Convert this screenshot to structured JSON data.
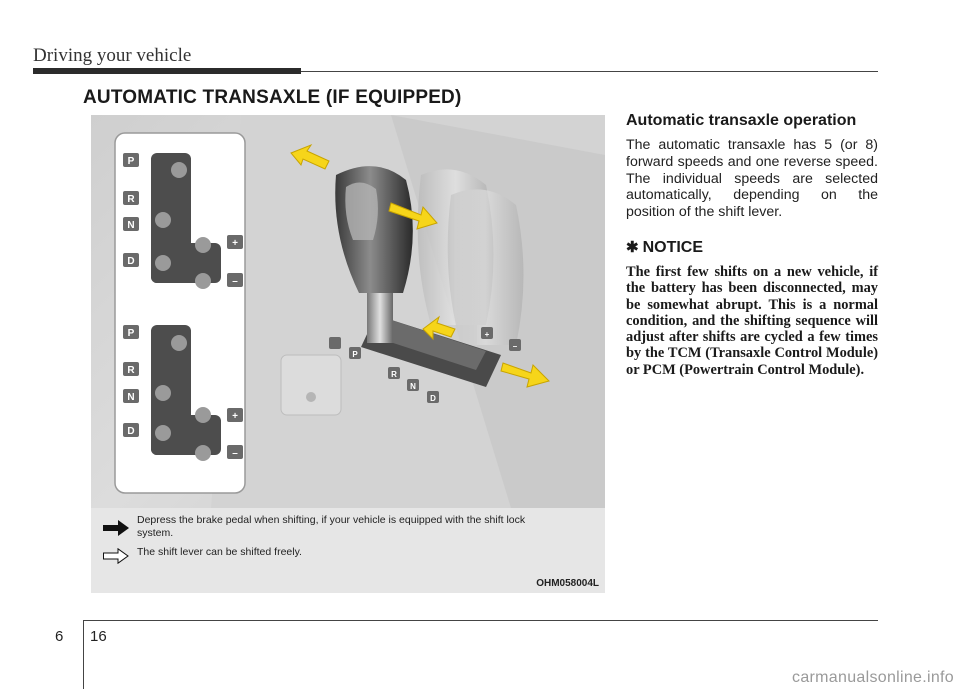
{
  "header": {
    "title": "Driving your vehicle"
  },
  "section": {
    "title": "AUTOMATIC TRANSAXLE (IF EQUIPPED)"
  },
  "figure": {
    "gate_letters": [
      "P",
      "R",
      "N",
      "D"
    ],
    "gate_signs": [
      "+",
      "–"
    ],
    "console_letters": [
      "P",
      "R",
      "N",
      "D"
    ],
    "console_signs": [
      "+",
      "–"
    ],
    "legend": {
      "solid_text": "Depress the brake pedal when shifting, if your vehicle is equipped with the shift lock system.",
      "outline_text": "The shift lever can be shifted freely."
    },
    "code": "OHM058004L",
    "colors": {
      "arrow_yellow": "#f6d51a",
      "arrow_outline": "#c8a400",
      "marker": "#6a6a6a"
    }
  },
  "content": {
    "subheading": "Automatic transaxle operation",
    "paragraph": "The automatic transaxle has 5 (or 8) forward speeds and one reverse speed. The individual speeds are selected automatically, depending on the position of the shift lever.",
    "notice_symbol": "✱",
    "notice_heading": "NOTICE",
    "notice_text": "The first few shifts on a new vehicle, if the battery has been disconnected, may be somewhat abrupt. This is a normal condition, and the shifting sequence will adjust after shifts are cycled a few times by the TCM (Transaxle Control Module) or PCM (Powertrain Control Module)."
  },
  "footer": {
    "chapter": "6",
    "page": "16"
  },
  "watermark": "carmanualsonline.info"
}
